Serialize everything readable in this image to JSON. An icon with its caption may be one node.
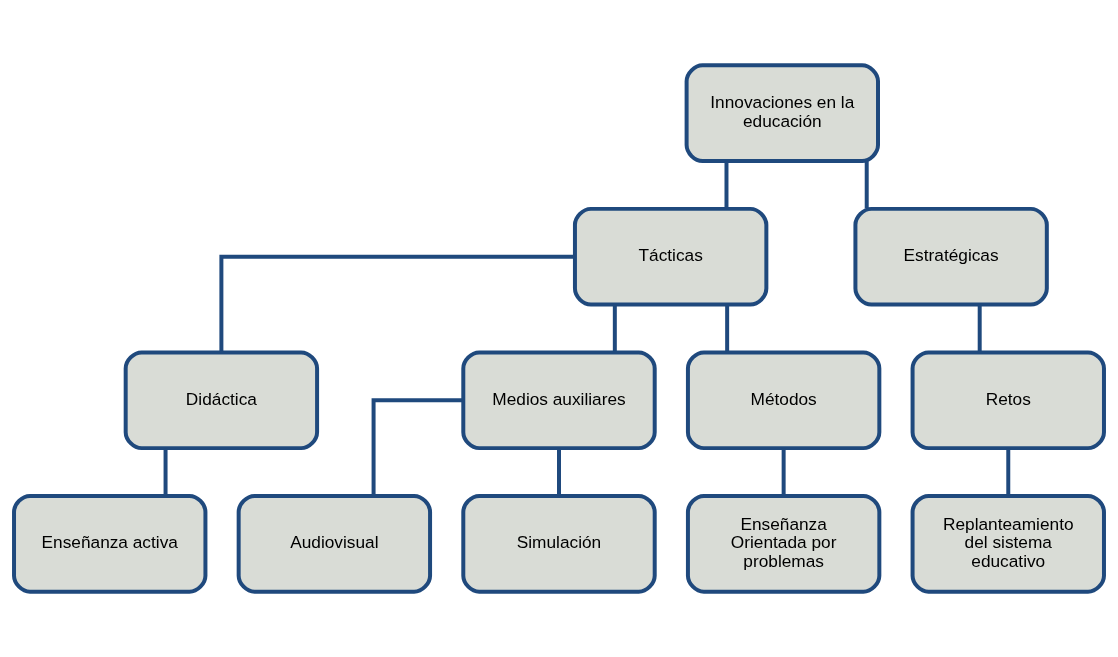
{
  "diagram": {
    "nodes": [
      {
        "text": [
          "Innovaciones en la educación"
        ]
      },
      {
        "text": [
          "Tácticas"
        ]
      },
      {
        "text": [
          "Estratégicas"
        ]
      },
      {
        "text": [
          "Didáctica"
        ]
      },
      {
        "text": [
          "Medios auxiliares"
        ]
      },
      {
        "text": [
          "Métodos"
        ]
      },
      {
        "text": [
          "Retos"
        ]
      },
      {
        "text": [
          "Enseñanza activa"
        ]
      },
      {
        "text": [
          "Audiovisual"
        ]
      },
      {
        "text": [
          "Simulación"
        ]
      },
      {
        "text": [
          "Enseñanza Orientada por problemas"
        ]
      },
      {
        "text": [
          "Replanteamiento del sistema educativo"
        ]
      }
    ],
    "edges": [
      {
        "from": 0,
        "to": 1,
        "arrow": "none"
      },
      {
        "from": 0,
        "to": 2,
        "arrow": "none"
      },
      {
        "from": 1,
        "to": 3,
        "arrow": "none"
      },
      {
        "from": 1,
        "to": 4,
        "arrow": "none"
      },
      {
        "from": 1,
        "to": 5,
        "arrow": "none"
      },
      {
        "from": 2,
        "to": 6,
        "arrow": "none"
      },
      {
        "from": 3,
        "to": 7,
        "arrow": "none"
      },
      {
        "from": 4,
        "to": 8,
        "arrow": "none"
      },
      {
        "from": 4,
        "to": 9,
        "arrow": "none"
      },
      {
        "from": 5,
        "to": 10,
        "arrow": "none"
      },
      {
        "from": 6,
        "to": 11,
        "arrow": "none"
      }
    ]
  }
}
